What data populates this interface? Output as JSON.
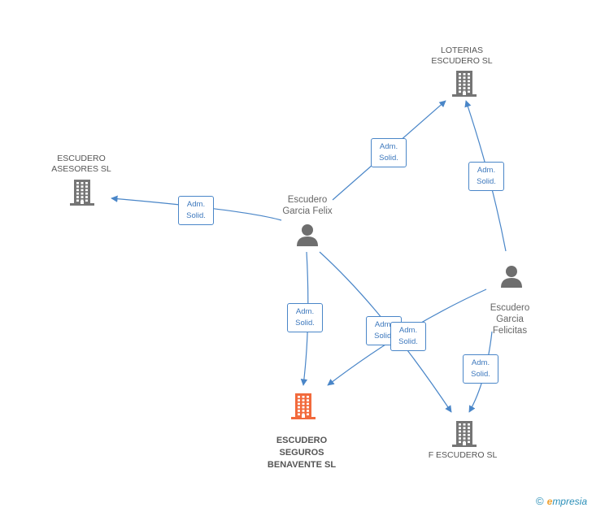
{
  "colors": {
    "edge": "#4a86c8",
    "company_icon": "#757575",
    "person_icon": "#6e6e6e",
    "main_company_icon": "#f26a3c"
  },
  "nodes": [
    {
      "id": "loterias",
      "type": "company",
      "label": "LOTERIAS\nESCUDERO SL",
      "main": false
    },
    {
      "id": "asesores",
      "type": "company",
      "label": "ESCUDERO\nASESORES SL",
      "main": false
    },
    {
      "id": "felix",
      "type": "person",
      "label": "Escudero\nGarcia Felix",
      "main": false
    },
    {
      "id": "felicitas",
      "type": "person",
      "label": "Escudero\nGarcia\nFelicitas",
      "main": false
    },
    {
      "id": "seguros",
      "type": "company",
      "label": "ESCUDERO\nSEGUROS\nBENAVENTE SL",
      "main": true
    },
    {
      "id": "fescudero",
      "type": "company",
      "label": "F ESCUDERO SL",
      "main": false
    }
  ],
  "edges": [
    {
      "id": "e1",
      "from": "felix",
      "to": "loterias",
      "label": "Adm.\nSolid."
    },
    {
      "id": "e2",
      "from": "felix",
      "to": "asesores",
      "label": "Adm.\nSolid."
    },
    {
      "id": "e3",
      "from": "felix",
      "to": "seguros",
      "label": "Adm.\nSolid."
    },
    {
      "id": "e4",
      "from": "felix",
      "to": "fescudero",
      "label": "Adm.\nSolid."
    },
    {
      "id": "e5",
      "from": "felicitas",
      "to": "loterias",
      "label": "Adm.\nSolid."
    },
    {
      "id": "e6",
      "from": "felicitas",
      "to": "seguros",
      "label": "Adm.\nSolid."
    },
    {
      "id": "e7",
      "from": "felicitas",
      "to": "fescudero",
      "label": "Adm.\nSolid."
    }
  ],
  "brand": {
    "symbol": "©",
    "first_letter": "e",
    "rest": "mpresia"
  }
}
